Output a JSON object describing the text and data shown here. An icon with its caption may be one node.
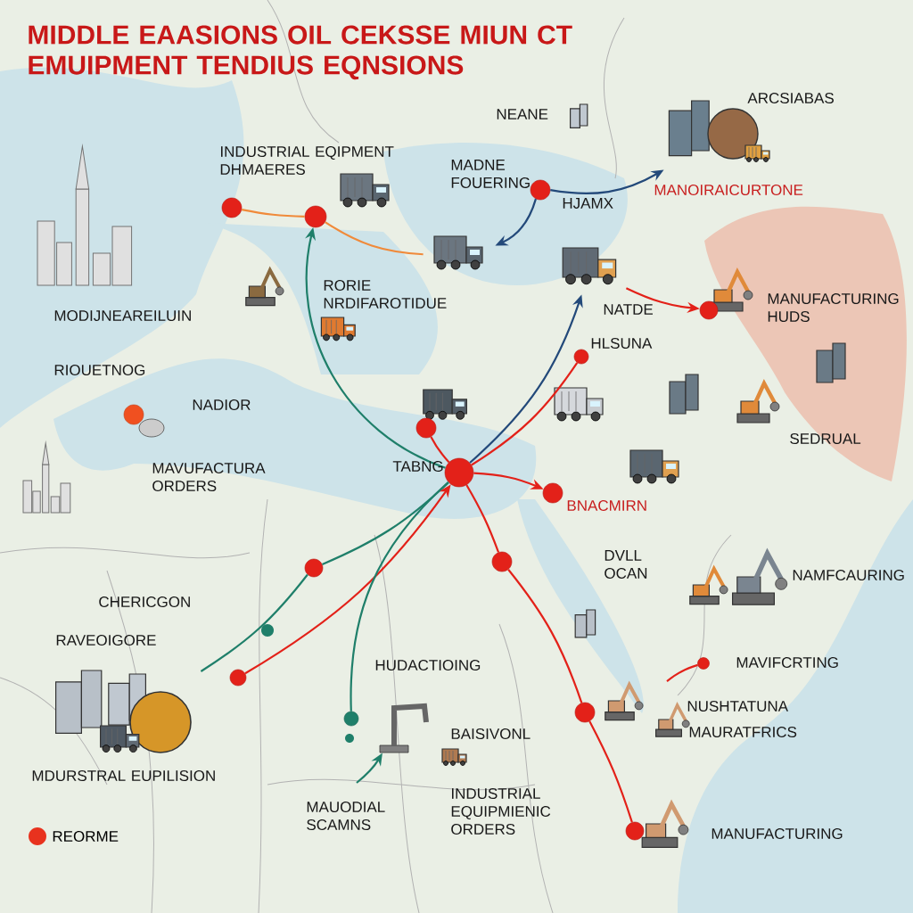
{
  "diagram": {
    "title": "MIDDLE EAASIONS OIL CEKSSE MIUN CT EMUIPMENT TENDIUS EQNSIONS",
    "nodes": [
      {
        "text": [],
        "shape": "circle"
      },
      {
        "text": [],
        "shape": "circle"
      },
      {
        "text": [],
        "shape": "circle",
        "beside": [
          "MADNE FOUERING"
        ]
      },
      {
        "text": [],
        "shape": "circle"
      },
      {
        "text": [],
        "shape": "circle",
        "beside": [
          "TABNG"
        ]
      },
      {
        "text": [],
        "shape": "circle",
        "beside": [
          "BNACMIRN"
        ]
      },
      {
        "text": [],
        "shape": "circle",
        "beside": [
          "HLSUNA"
        ]
      },
      {
        "text": [],
        "shape": "circle",
        "beside": [
          "MANUFACTURING HUDS"
        ]
      },
      {
        "text": [],
        "shape": "circle"
      },
      {
        "text": [],
        "shape": "circle"
      },
      {
        "text": [],
        "shape": "circle"
      },
      {
        "text": [],
        "shape": "circle"
      },
      {
        "text": [],
        "shape": "circle"
      },
      {
        "text": [],
        "shape": "circle",
        "beside": [
          "RIOUETNOG"
        ]
      },
      {
        "text": [],
        "shape": "circle"
      },
      {
        "text": [],
        "shape": "circle"
      },
      {
        "text": [],
        "shape": "picture",
        "beside": [
          "MANOIRAICURTONE"
        ]
      },
      {
        "text": [],
        "shape": "picture"
      },
      {
        "text": [],
        "shape": "picture"
      },
      {
        "text": [],
        "shape": "picture"
      },
      {
        "text": [],
        "shape": "picture"
      }
    ],
    "edges": [
      {
        "from": 0,
        "to": 1,
        "arrow": "none",
        "color": "#f08a3a"
      },
      {
        "from": 1,
        "to": 17,
        "arrow": "none",
        "color": "#f08a3a"
      },
      {
        "from": 4,
        "to": 1,
        "arrow": "to",
        "color": "#1f7f6a"
      },
      {
        "from": 2,
        "to": 16,
        "arrow": "to",
        "color": "#23497a"
      },
      {
        "from": 2,
        "to": 17,
        "arrow": "to",
        "color": "#23497a"
      },
      {
        "from": 18,
        "to": 7,
        "arrow": "to"
      },
      {
        "from": 4,
        "to": 6,
        "arrow": "none"
      },
      {
        "from": 4,
        "to": 5,
        "arrow": "to"
      },
      {
        "from": 4,
        "to": 3,
        "arrow": "none"
      },
      {
        "from": 4,
        "to": 10,
        "arrow": "none"
      },
      {
        "from": 10,
        "to": 11,
        "arrow": "none"
      },
      {
        "from": 11,
        "to": 12,
        "arrow": "none"
      },
      {
        "from": 19,
        "to": 8,
        "arrow": "none",
        "color": "#1f7f6a"
      },
      {
        "from": 8,
        "to": 4,
        "arrow": "none",
        "color": "#1f7f6a"
      },
      {
        "from": 9,
        "to": 4,
        "arrow": "to"
      },
      {
        "from": 4,
        "to": 18,
        "arrow": "to",
        "color": "#23497a"
      },
      {
        "from": 4,
        "to": 15,
        "arrow": "none",
        "color": "#1f7f6a"
      },
      {
        "from": null,
        "to": 14,
        "arrow": "none"
      },
      {
        "from": null,
        "to": 20,
        "arrow": "to",
        "color": "#1f7f6a"
      }
    ],
    "labels": [
      "INDUSTRIAL EQIPMENT DHMAERES",
      "NEANE",
      "HJAMX",
      "ARCSIABAS",
      "NATDE",
      "RORIE NRDIFAROTIDUE",
      "MODIJNEAREILUIN",
      "NADIOR",
      "MAVUFACTURA ORDERS",
      "SEDRUAL",
      "DVLL OCAN",
      "NAMFCAURING",
      "CHERICGON",
      "RAVEOIGORE",
      "HUDACTIOING",
      "MAVIFCRTING",
      "NUSHTATUNA",
      "MAURATFRICS",
      "BAISIVONL",
      "MDURSTRAL EUPILISION",
      "MAUODIAL SCAMNS",
      "INDUSTRIAL EQUIPMIENIC ORDERS",
      "MANUFACTURING"
    ],
    "legend": [
      {
        "text": "REORME",
        "color": "#e8321e"
      }
    ]
  }
}
